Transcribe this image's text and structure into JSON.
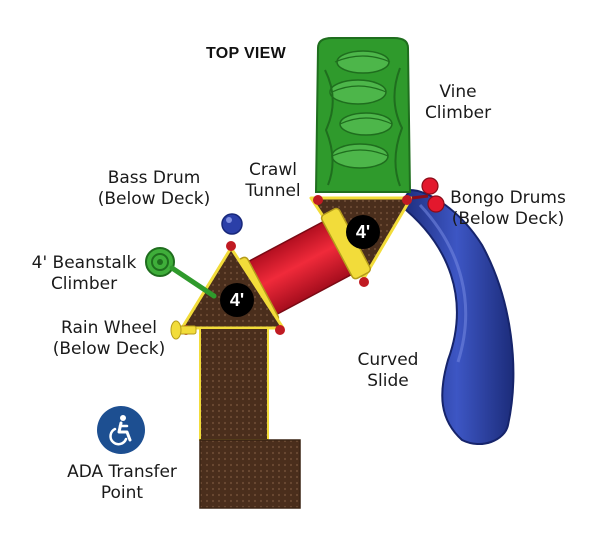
{
  "title": "TOP VIEW",
  "labels": {
    "vine_climber": [
      "Vine",
      "Climber"
    ],
    "crawl_tunnel": [
      "Crawl",
      "Tunnel"
    ],
    "bass_drum": [
      "Bass Drum",
      "(Below Deck)"
    ],
    "bongo_drums": [
      "Bongo Drums",
      "(Below Deck)"
    ],
    "beanstalk_climber": [
      "4' Beanstalk",
      "Climber"
    ],
    "rain_wheel": [
      "Rain Wheel",
      "(Below Deck)"
    ],
    "curved_slide": [
      "Curved",
      "Slide"
    ],
    "ada_transfer_point": [
      "ADA Transfer",
      "Point"
    ]
  },
  "deck_heights": {
    "left_deck": "4'",
    "right_deck": "4'"
  },
  "colors": {
    "deck_brown": "#4a2e1c",
    "deck_dot": "#6b4a33",
    "climber_green": "#2f9a2c",
    "tunnel_red": "#e3182d",
    "trim_yellow": "#f2dc3a",
    "slide_blue": "#2a3f9e",
    "drum_blue": "#2b3fa8",
    "bongo_red": "#e3182d",
    "post_red": "#c01a22",
    "ada_blue": "#1d4f91"
  },
  "icons": {
    "ada": "wheelchair-icon"
  }
}
